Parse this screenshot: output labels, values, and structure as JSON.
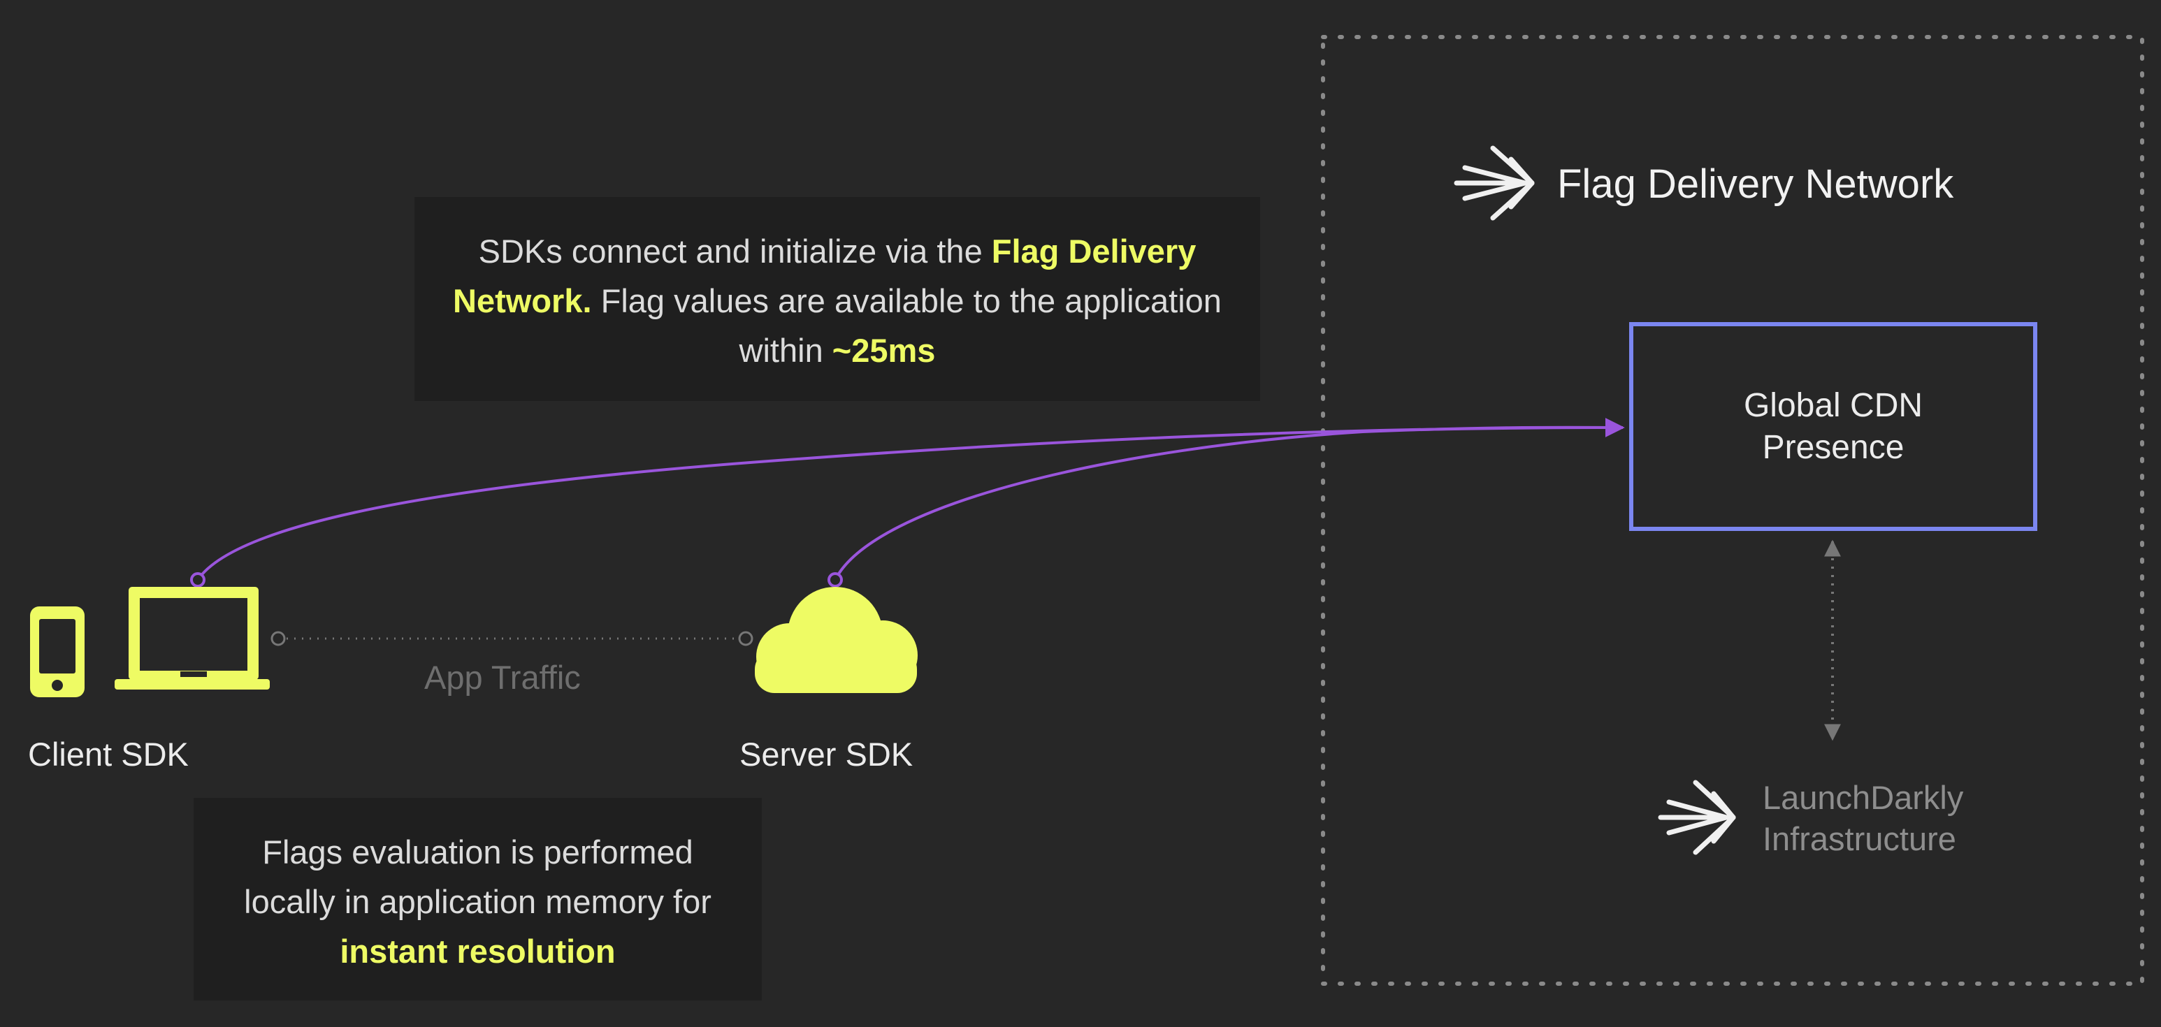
{
  "callout_top": {
    "part1": "SDKs connect and initialize via the ",
    "highlight1": "Flag Delivery Network.",
    "part2": " Flag values are available to the application within ",
    "highlight2": "~25ms"
  },
  "callout_bottom": {
    "part1": "Flags evaluation is performed locally in application memory for ",
    "highlight1": "instant resolution"
  },
  "client_sdk_label": "Client SDK",
  "server_sdk_label": "Server SDK",
  "app_traffic_label": "App Traffic",
  "network": {
    "title": "Flag Delivery Network",
    "cdn_line1": "Global CDN",
    "cdn_line2": "Presence",
    "infra_line1": "LaunchDarkly",
    "infra_line2": "Infrastructure"
  },
  "icons": [
    "mobile-phone-icon",
    "laptop-icon",
    "cloud-icon",
    "launchdarkly-logo-icon"
  ],
  "colors": {
    "background": "#272727",
    "accent_yellow": "#eefb64",
    "connector_purple": "#9a55dc",
    "cdn_border": "#7b86f0",
    "dotted_border": "#8a8a8a"
  }
}
